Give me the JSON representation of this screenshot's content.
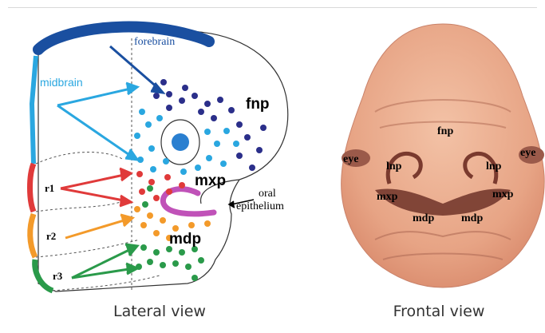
{
  "labels": {
    "forebrain": "forebrain",
    "midbrain": "midbrain",
    "fnp": "fnp",
    "mxp": "mxp",
    "mdp": "mdp",
    "oral": "oral",
    "epithelium": "epithelium",
    "r1": "r1",
    "r2": "r2",
    "r3": "r3"
  },
  "frontal_labels": {
    "fnp": "fnp",
    "eye_left": "eye",
    "eye_right": "eye",
    "lnp_left": "lnp",
    "lnp_right": "lnp",
    "mxp_left": "mxp",
    "mxp_right": "mxp",
    "mdp_left": "mdp",
    "mdp_right": "mdp"
  },
  "captions": {
    "lateral": "Lateral view",
    "frontal": "Frontal view"
  },
  "colors": {
    "forebrain": "#1a4fa0",
    "midbrain": "#2aa7e0",
    "r1": "#e03a3a",
    "r2": "#f39a2a",
    "r3": "#2a9a4a",
    "oral_epithelium": "#c052b8",
    "navy_dots": "#2b2f8a",
    "skin": "#e8a07e"
  }
}
